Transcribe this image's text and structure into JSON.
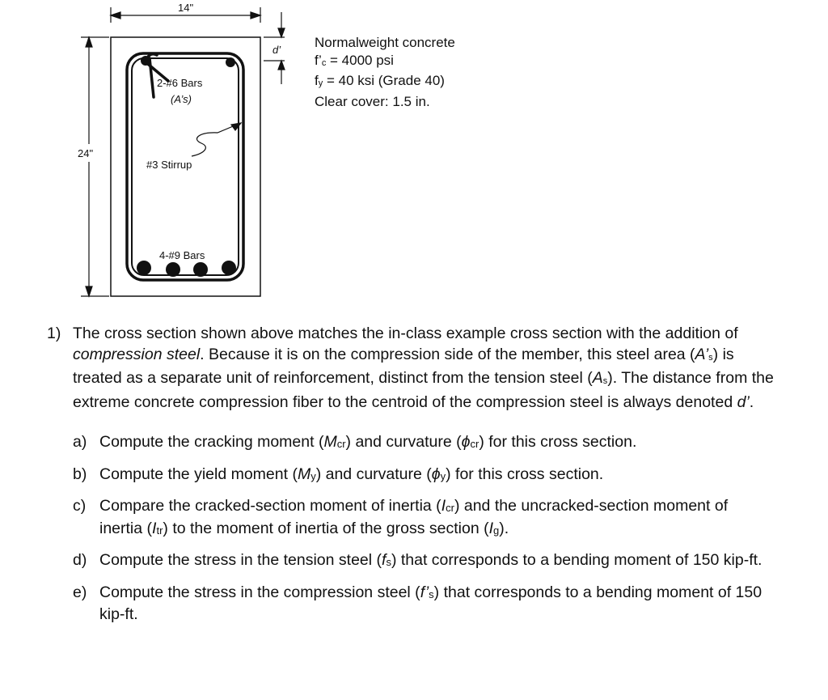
{
  "diagram": {
    "width_label": "14\"",
    "height_label": "24\"",
    "d_prime_label": "d’",
    "top_bars_label": "2-#6 Bars",
    "top_bars_area_label": "(A’s)",
    "stirrup_label": "#3 Stirrup",
    "bottom_bars_label": "4-#9 Bars",
    "colors": {
      "line": "#111111",
      "bars": "#111111",
      "background": "#ffffff"
    }
  },
  "properties": {
    "line1": "Normalweight concrete",
    "line2_main": "f’",
    "line2_sub": "c",
    "line2_rest": " = 4000 psi",
    "line3_main": "f",
    "line3_sub": "y",
    "line3_rest": " = 40 ksi (Grade 40)",
    "line4": "Clear cover: 1.5 in."
  },
  "problem": {
    "number": "1)",
    "t1": "The cross section shown above matches the in-class example cross section with the addition of ",
    "t2": "compression steel",
    "t3": ". Because it is on the compression side of the member, this steel area (",
    "t4": "A’",
    "t4sub": "s",
    "t5": ") is treated as a separate unit of reinforcement, distinct from the tension steel (",
    "t6": "A",
    "t6sub": "s",
    "t7": "). The distance from the extreme concrete compression fiber to the centroid of the compression steel is always denoted ",
    "t8": "d’",
    "t9": ".",
    "parts": [
      {
        "label": "a)",
        "a": "Compute the cracking moment (",
        "b": "M",
        "bsub": "cr",
        "c": ") and curvature (",
        "d": "ϕ",
        "dsub": "cr",
        "e": ") for this cross section."
      },
      {
        "label": "b)",
        "a": "Compute the yield moment (",
        "b": "M",
        "bsub": "y",
        "c": ") and curvature (",
        "d": "ϕ",
        "dsub": "y",
        "e": ") for this cross section."
      },
      {
        "label": "c)",
        "a": "Compare the cracked-section moment of inertia (",
        "b": "I",
        "bsub": "cr",
        "c": ") and the uncracked-section moment of inertia (",
        "d": "I",
        "dsub": "tr",
        "e": ") to the moment of inertia of the gross section (",
        "f": "I",
        "fsub": "g",
        "g": ")."
      },
      {
        "label": "d)",
        "a": "Compute the stress in the tension steel (",
        "b": "f",
        "bsub": "s",
        "c": ") that corresponds to a bending moment of 150 kip-ft."
      },
      {
        "label": "e)",
        "a": "Compute the stress in the compression steel (",
        "b": "f’",
        "bsub": "s",
        "c": ") that corresponds to a bending moment of 150 kip-ft."
      }
    ]
  }
}
